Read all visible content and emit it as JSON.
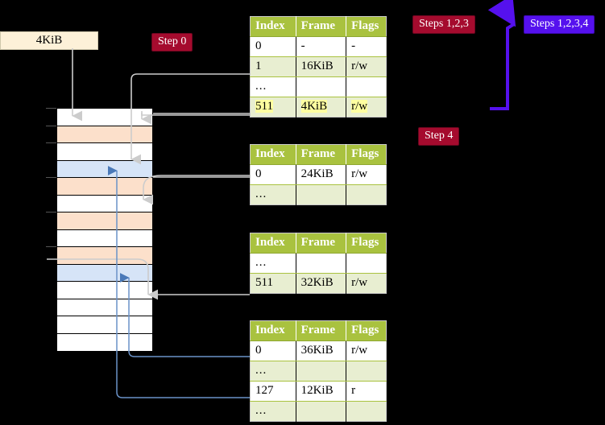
{
  "badges": {
    "step0": "Step 0",
    "steps123": "Steps 1,2,3",
    "steps1234": "Steps 1,2,3,4",
    "step4": "Step 4"
  },
  "memory": {
    "size_label": "4KiB",
    "rows": [
      {
        "fill": "white"
      },
      {
        "fill": "peach"
      },
      {
        "fill": "white"
      },
      {
        "fill": "blue"
      },
      {
        "fill": "peach"
      },
      {
        "fill": "white"
      },
      {
        "fill": "peach"
      },
      {
        "fill": "white"
      },
      {
        "fill": "peach"
      },
      {
        "fill": "blue"
      },
      {
        "fill": "white"
      },
      {
        "fill": "white"
      },
      {
        "fill": "white"
      },
      {
        "fill": "white"
      }
    ]
  },
  "colors": {
    "header_green": "#a9c23f",
    "alt_row": "#e8eed1",
    "highlight_yellow": "#ffffa0",
    "peach": "#fce0cb",
    "light_blue": "#d6e4f7",
    "badge_red": "#a50b2e",
    "badge_blue": "#5511ee",
    "bar_cream": "#fdf1d8",
    "wire_gray": "#c8c8c8",
    "wire_blue": "#6a92c8"
  },
  "tables": [
    {
      "name": "pml4",
      "headers": [
        "Index",
        "Frame",
        "Flags"
      ],
      "rows": [
        {
          "cells": [
            "0",
            "-",
            "-"
          ],
          "alt": false,
          "highlight": false
        },
        {
          "cells": [
            "1",
            "16KiB",
            "r/w"
          ],
          "alt": true,
          "highlight": false
        },
        {
          "cells": [
            "...",
            "",
            ""
          ],
          "alt": false,
          "highlight": false
        },
        {
          "cells": [
            "511",
            "4KiB",
            "r/w"
          ],
          "alt": true,
          "highlight": true
        }
      ]
    },
    {
      "name": "pdpt",
      "headers": [
        "Index",
        "Frame",
        "Flags"
      ],
      "rows": [
        {
          "cells": [
            "0",
            "24KiB",
            "r/w"
          ],
          "alt": false,
          "highlight": false
        },
        {
          "cells": [
            "...",
            "",
            ""
          ],
          "alt": true,
          "highlight": false
        }
      ]
    },
    {
      "name": "pd",
      "headers": [
        "Index",
        "Frame",
        "Flags"
      ],
      "rows": [
        {
          "cells": [
            "...",
            "",
            ""
          ],
          "alt": false,
          "highlight": false
        },
        {
          "cells": [
            "511",
            "32KiB",
            "r/w"
          ],
          "alt": true,
          "highlight": false
        }
      ]
    },
    {
      "name": "pt",
      "headers": [
        "Index",
        "Frame",
        "Flags"
      ],
      "rows": [
        {
          "cells": [
            "0",
            "36KiB",
            "r/w"
          ],
          "alt": false,
          "highlight": false
        },
        {
          "cells": [
            "...",
            "",
            ""
          ],
          "alt": true,
          "highlight": false
        },
        {
          "cells": [
            "127",
            "12KiB",
            "r"
          ],
          "alt": false,
          "highlight": false
        },
        {
          "cells": [
            "...",
            "",
            ""
          ],
          "alt": true,
          "highlight": false
        }
      ]
    }
  ]
}
